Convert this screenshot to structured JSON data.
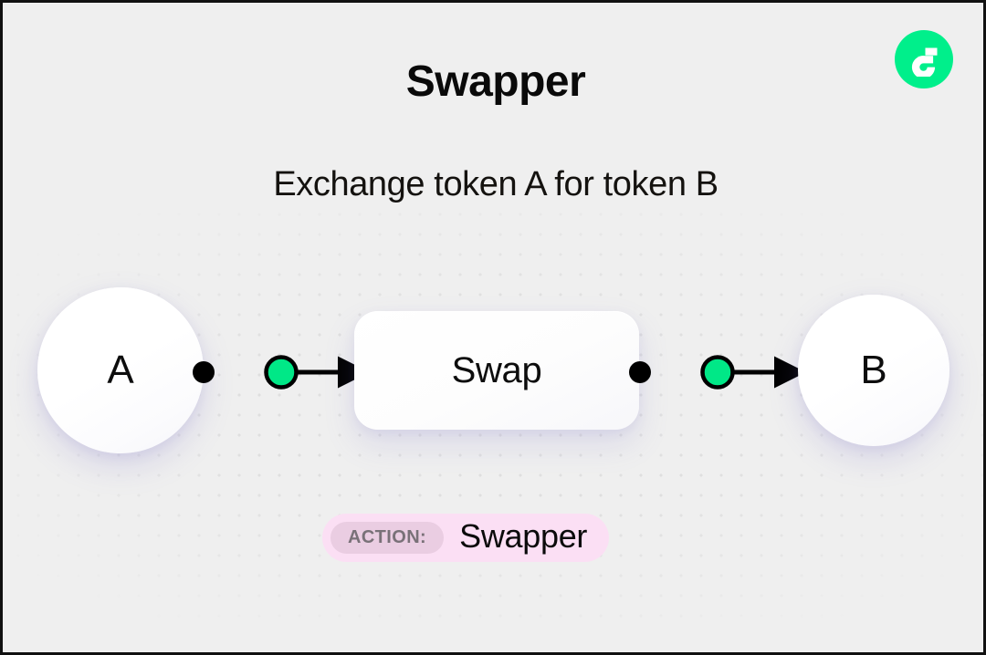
{
  "header": {
    "title": "Swapper",
    "subtitle": "Exchange token A for token B"
  },
  "brand": {
    "logo_icon": "flow-logo-icon",
    "circle_color": "#00ef8b",
    "mark_color": "#ffffff",
    "accent_color": "#16ff9e"
  },
  "diagram": {
    "type": "flow-diagram",
    "nodes": [
      {
        "id": "a",
        "label": "A",
        "shape": "circle",
        "name": "token-a-node"
      },
      {
        "id": "swap",
        "label": "Swap",
        "shape": "rounded-rect",
        "name": "swap-node"
      },
      {
        "id": "b",
        "label": "B",
        "shape": "circle",
        "name": "token-b-node"
      }
    ],
    "edges": [
      {
        "id": "edge-a-swap",
        "from": "a",
        "to": "swap",
        "marker": "arrow",
        "dot_color": "#000000",
        "handle_color": "#00e887"
      },
      {
        "id": "edge-swap-b",
        "from": "swap",
        "to": "b",
        "marker": "arrow",
        "dot_color": "#000000",
        "handle_color": "#00e887"
      }
    ],
    "colors": {
      "edge_line": "#000000",
      "edge_handle_fill": "#00e887",
      "edge_handle_stroke": "#000000",
      "node_fill": "#ffffff",
      "background": "#efefef",
      "dot_grid": "#dedede"
    }
  },
  "footer": {
    "action_label": "ACTION:",
    "action_value": "Swapper",
    "badge_bg": "#fbdff4",
    "chip_bg": "#eacde2",
    "chip_text_color": "#797178"
  }
}
